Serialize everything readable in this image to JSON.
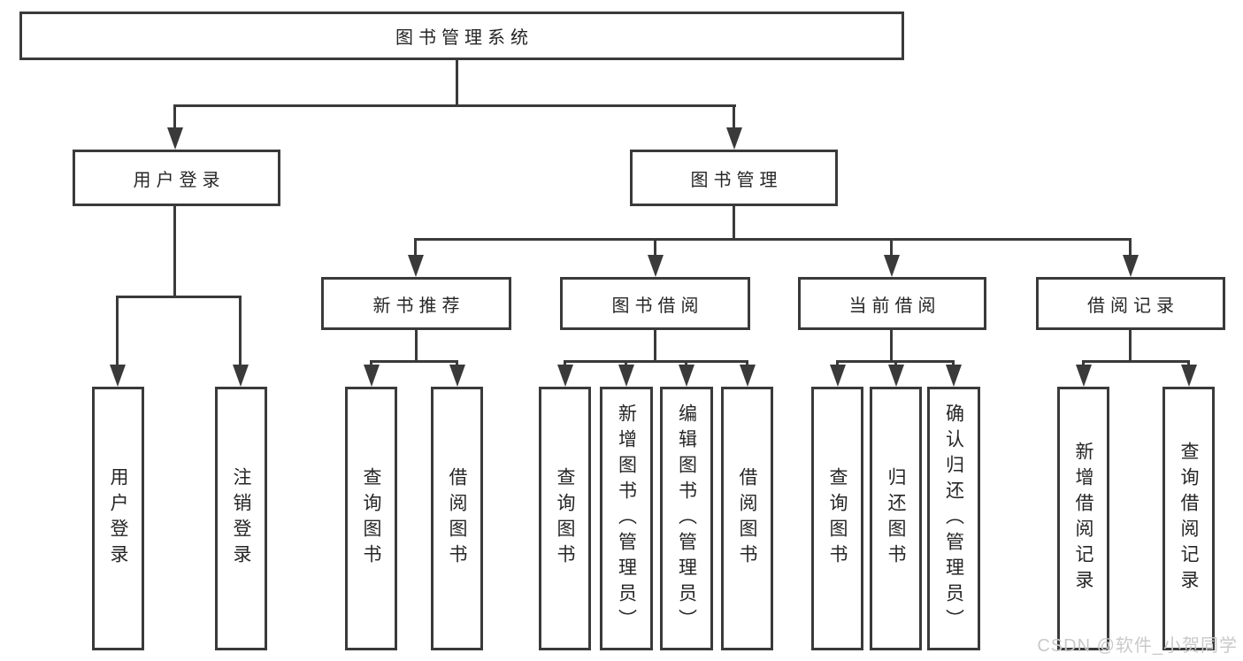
{
  "diagram": {
    "type": "hierarchy-tree",
    "background": "#ffffff",
    "line_color": "#3a3a3a",
    "box_border_color": "#3a3a3a",
    "text_color": "#262626"
  },
  "tree": {
    "label": "图书管理系统",
    "children": [
      {
        "label": "用户登录",
        "children": [
          {
            "label": "用户登录"
          },
          {
            "label": "注销登录"
          }
        ]
      },
      {
        "label": "图书管理",
        "children": [
          {
            "label": "新书推荐",
            "children": [
              {
                "label": "查询图书"
              },
              {
                "label": "借阅图书"
              }
            ]
          },
          {
            "label": "图书借阅",
            "children": [
              {
                "label": "查询图书"
              },
              {
                "label": "新增图书（管理员）"
              },
              {
                "label": "编辑图书（管理员）"
              },
              {
                "label": "借阅图书"
              }
            ]
          },
          {
            "label": "当前借阅",
            "children": [
              {
                "label": "查询图书"
              },
              {
                "label": "归还图书"
              },
              {
                "label": "确认归还（管理员）"
              }
            ]
          },
          {
            "label": "借阅记录",
            "children": [
              {
                "label": "新增借阅记录"
              },
              {
                "label": "查询借阅记录"
              }
            ]
          }
        ]
      }
    ]
  },
  "watermark": {
    "text": "CSDN @软件_小贺同学",
    "color": "#c9c9c9"
  }
}
